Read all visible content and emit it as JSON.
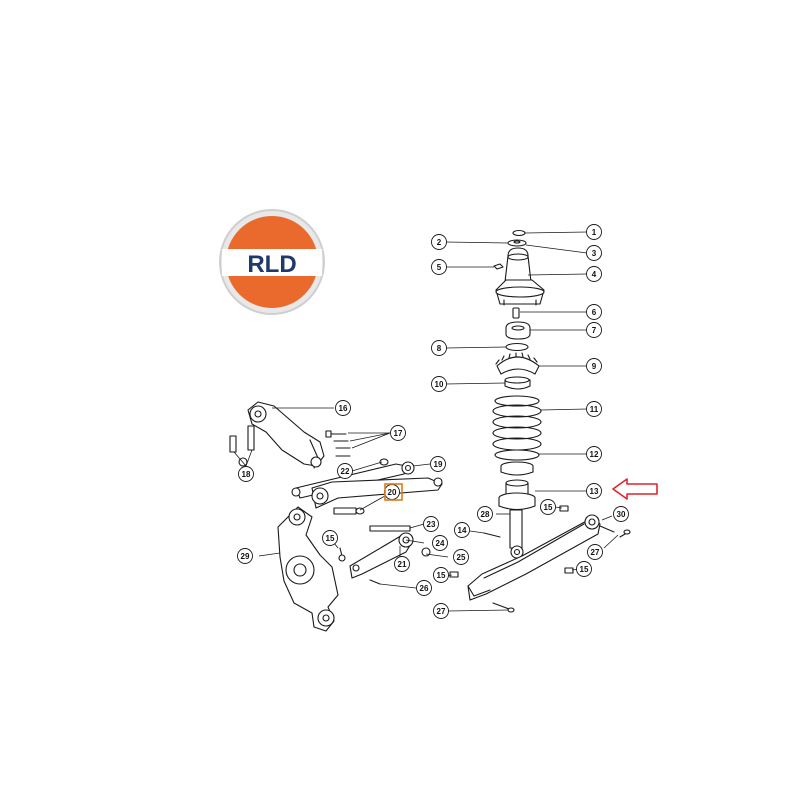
{
  "logo": {
    "text": "RLD",
    "colors": {
      "orange": "#e96a2c",
      "blue": "#1f3a68",
      "ring": "#cfcfcf"
    }
  },
  "callouts": [
    "1",
    "2",
    "3",
    "4",
    "5",
    "6",
    "7",
    "8",
    "9",
    "10",
    "11",
    "12",
    "13",
    "14",
    "15",
    "15",
    "15",
    "15",
    "16",
    "17",
    "18",
    "19",
    "20",
    "21",
    "22",
    "23",
    "24",
    "25",
    "26",
    "27",
    "27",
    "28",
    "29",
    "30"
  ],
  "highlight": {
    "label": "20",
    "color": "#e07b1c"
  },
  "arrow": {
    "target": "13",
    "color": "#e0242b"
  },
  "colors": {
    "line": "#1a1a1a",
    "fill": "#ffffff"
  }
}
